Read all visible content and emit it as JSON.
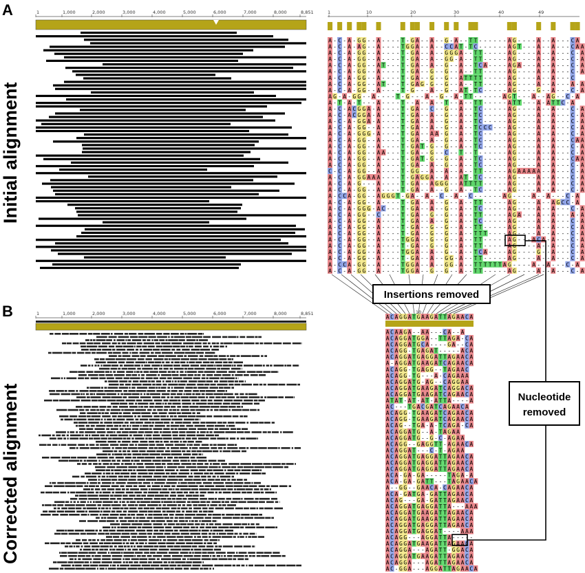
{
  "panels": {
    "a_letter": "A",
    "b_letter": "B",
    "a_title": "Initial alignment",
    "b_title": "Corrected alignment"
  },
  "overview_ruler": {
    "ticks": [
      "1",
      "1,000",
      "2,000",
      "3,000",
      "4,000",
      "5,000",
      "6,000",
      "7,000",
      "8,000",
      "8,851"
    ]
  },
  "initial_ruler": {
    "ticks": [
      "1",
      "10",
      "20",
      "30",
      "40",
      "49"
    ]
  },
  "corrected_ruler": {
    "ticks": [
      "10"
    ]
  },
  "callouts": {
    "insertions": "Insertions removed",
    "nucleotide_line1": "Nucleotide",
    "nucleotide_line2": "removed"
  },
  "colors": {
    "A": "#e8868a",
    "C": "#8ea2e6",
    "G": "#f3e88a",
    "T": "#5ed66a",
    "gap": "#ffffff",
    "consensus_bar": "#b5a418",
    "read_bar": "#000000"
  },
  "initial_alignment": [
    "A-C-A-GG--A----T-GA--A--G-A--TT------AG----A--A---CA",
    "A-C-A-AG--A----TGGA--A--CCAT-TC------AGT---A--A---CAA",
    "A-C-A-GG--A----T-GA--A--GGGA--TT-----AG----A--A---C-A",
    "A-C-A-GG--A----T-GA--A--GG-A--TT-----AG----A--A---C-A",
    "A-C-A-GG--AT---T-GA--A--G--A--TCA----AGA---A--A---C-A",
    "A-C-A-GG--A----T-GA--G--G--A--TT-----AG----A--A---C-A",
    "A-C-A-GG--A----T-GA--G--G--ATTTT-----AG----A--A---C",
    "A-C-A-GG--AT---T-GAG-G--G--A--TT-----AG----A--A---A-A",
    "A-C-A-GG--A----T-G---A--G--AT-TC-----AG----G--A---C-A",
    "AG-A-GG--A----T-G---A--G--A-TT------AGT---A--AG--C-A",
    "A-T-A-T---A----T--A--A--T--A--TT-----ATT---A-ATTC-A",
    "A-C-ACGGA-A----T-GA--C--G--A--TC-----AG----A--A---C-A",
    "A-C-ACGGA-A----T-GA--A--G--A--TC-----AG----A--A---C-A",
    "A-C-A-GGA-A----T-GA--A--G--A--TC-----AG----A--A---C-A",
    "A-C-A-GG--A----T-GA--A--G--A--TCCC---AG----A--A---C-A",
    "A-C-A-GGG-A----T-GA--AA-G--A--TC-----AG----A--A---C-A",
    "A-C-A-GG--A----T-GA--A--G--A--TC-----AG----A--A---CAA",
    "A-C-A-GG--A----T-GAT-G--G--A--TC-----AG----A--A---C-A",
    "A-C-A-GG--AA---T-GA--G--C--T--T------AG----A--A---C-A",
    "A-C-A-GG--A----T-GAT-G--G--A--TC-----AG----A--A---CAA",
    "A-C-A-GG--A----T-GA--A--G--A--TC-----AG----A--A---C-A",
    "C-C-A-GG--A----T-GG--A--A--A--TT-----AGAAAAA--A---C-A",
    "A-C-A-GGAAA----T-GAGGA--A--AT-TC-----AG----A--A---C-A",
    "A-C-A-G---A----T-GA--AGGG--ATTTT-----AG----A--A---C-A",
    "A-C-A-GG--A----T-GA--A--G--A--TC-----AG----A--A---C-A",
    "A-CCA-GG--AGGGT-GA--A--C--A--C------AG----A--A---C-A",
    "A-C-A-GG--A----T-GA--A--G--A--TT-----AG----A--AGCC-A",
    "A-C-A-GGG-AC---T-GA--A--G--A--TC-----AG----A--A---C-A",
    "A-C-A-GG--C----T-GA--G--G--A--TT-----AGA---A--A---A-A",
    "A-C-A-GG--A----T-GA--A--G--A--TC-----AG----A--A---C-A",
    "A-C-A-GG--A----T-GA--G--G--A--TT-----AG----A--A---C-A",
    "A-C-A-GG--A----T-GA--G--G--A--TTT----AG----A--A---C-A",
    "A-C-A-GG--A----TGGA--G--G--A--TT-----AG---ACA-A---C-A",
    "A-C-A-GG--A----T-GA--G--G--A--TT-----AG----A--A---C-A",
    "A-C-A-GG--A----TGGA--A--G--A--TCA----AG----G--A---C-A",
    "A-C-A-GG--A----T-GA--A--GG-A--TT-----AG----A--A---C-A",
    "A-CCA-GG--A----TGGA--A--GG-A--TTTTTTAG----A--A---C-A",
    "A-C-A-GG--A----TGGA--G--G--A--TT-----AG----A--A---C-A"
  ],
  "corrected_alignment": [
    "ACAGGATGAAGATTAGAACA",
    "ACAAGA--AA---CA--A",
    "ACAGGATGGA--TTAGA-CA",
    "ACAGGATGCA----GA--CA",
    "ACAGG-TGAGAT-----ACA",
    "ACAGGATGAGGATTAGAACA",
    "A-AGGATGAAGATCAGAACA",
    "ACAGG-TGAGG--TAGAAC",
    "ACAGG-TG---A-CAGAAA",
    "ACAGGATG-AG--CAGGAA",
    "ACAGGATGAAGATCAGGACA",
    "ACAGGATGAAGATCAGAACA",
    "ATAT-AT-AT-ATTA----A",
    "AC---TGACGATCAGAACA",
    "ACAGG-TGAAGATCAGAACA",
    "ACAGG-TGAAGATCAGAACA",
    "ACAG--TGA-A-TCAGA-CA",
    "ACAGGATG--A-TAGAA",
    "ACAGGATG--G-C-AGAA",
    "ACAGG--GAGGTT-AGAACA",
    "ACAGGAT---C-T-AGAA",
    "ACAGGATGAGGATTAGAACA",
    "ACAGGATGAGGATTAGAACA",
    "ACAGGATGAGGATTAGAACA",
    "ACA-GA-GA-----TAGA-A",
    "ACA-GA-GATT---TAGAACA",
    "A--GG--GAACA-CAGAACA",
    "ACA-GATGA-GATTAGAACA",
    "ACAG---GA-GATTAGAACA",
    "ACAGGATGAGGATTA---AAA",
    "ACAGGATGAAGATTAGAACA",
    "ACAGGATGAAGATTAGAACA",
    "ACAGGATGAGGATTAGAACA",
    "ACAGGATGAGGAT----AAA",
    "ACAGG---AGGATTA-----",
    "ACAGGATGAAGATTAGAACA",
    "ACAGGA---AGATT-GGACA",
    "ACAGGATGAAGATTAGAACA",
    "ACAGGA---AGATTAGAACA",
    "AC-GGA---AGGATTAGAACA"
  ]
}
